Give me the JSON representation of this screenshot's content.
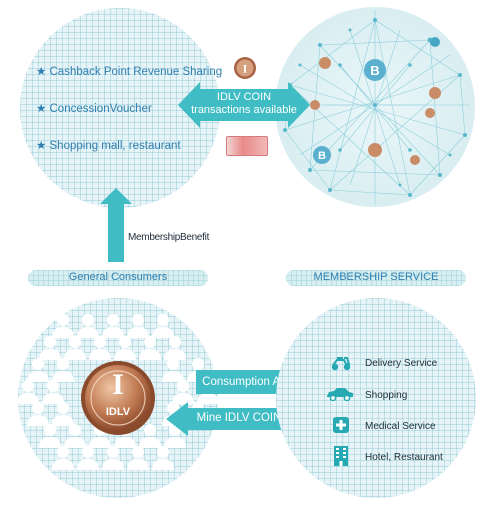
{
  "benefits": {
    "items": [
      "★ Cashback Point Revenue Sharing",
      "★ ConcessionVoucher",
      "★ Shopping mall, restaurant"
    ]
  },
  "exchange_arrow": {
    "line1": "IDLV COIN",
    "line2": "transactions available"
  },
  "membership_arrow": {
    "label": "MembershipBenefit"
  },
  "sections": {
    "left": "General Consumers",
    "right": "MEMBERSHIP SERVICE"
  },
  "coin": {
    "label": "IDLV",
    "glyph": "I"
  },
  "consumption_arrow": {
    "label": "Consumption Activities"
  },
  "mine_arrow": {
    "label": "Mine IDLV COIN"
  },
  "services": [
    {
      "label": "Delivery Service",
      "icon": "scooter-icon"
    },
    {
      "label": "Shopping",
      "icon": "car-icon"
    },
    {
      "label": "Medical Service",
      "icon": "medical-cross-icon"
    },
    {
      "label": "Hotel, Restaurant",
      "icon": "building-icon"
    }
  ],
  "network_labels": {
    "bitcoin": "B",
    "coin": "I"
  },
  "colors": {
    "teal": "#3fbcc4",
    "blue_text": "#2f7fb0",
    "circle_bg": "#e7f4f7",
    "coin_bronze": "#b8714a"
  }
}
